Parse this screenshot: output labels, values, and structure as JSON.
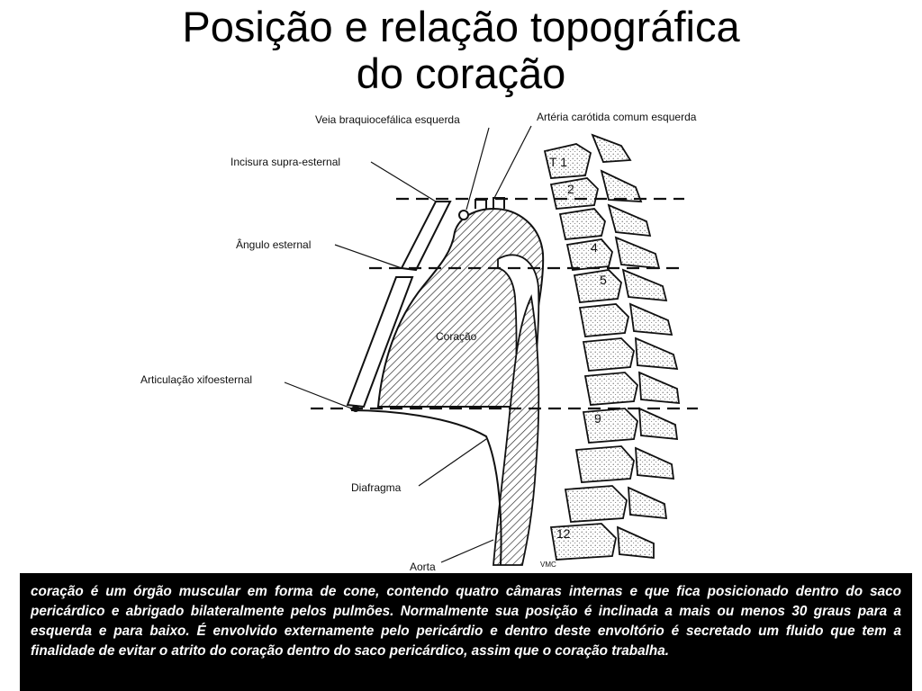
{
  "title": {
    "line1": "Posição e relação topográfica",
    "line2": "do coração"
  },
  "diagram": {
    "labels": {
      "veia": "Veia braquiocefálica esquerda",
      "arteria": "Artéria carótida comum esquerda",
      "incisura": "Incisura supra-esternal",
      "angulo": "Ângulo esternal",
      "articulacao": "Articulação xifoesternal",
      "coracao": "Coração",
      "diafragma": "Diafragma",
      "aorta": "Aorta",
      "signature": "VMC"
    },
    "vertebra_numbers": {
      "t1": "T 1",
      "v2": "2",
      "v4": "4",
      "v5": "5",
      "v9": "9",
      "v12": "12"
    }
  },
  "caption": {
    "text": "coração é um órgão muscular em forma de cone, contendo quatro câmaras internas e que fica posicionado dentro do saco pericárdico e abrigado bilateralmente pelos pulmões. Normalmente sua posição é inclinada a mais ou menos 30 graus para a esquerda e para baixo. É envolvido externamente pelo pericárdio e dentro deste envoltório é secretado um fluido que tem a finalidade de evitar o atrito do coração dentro do saco pericárdico, assim que o coração trabalha."
  }
}
